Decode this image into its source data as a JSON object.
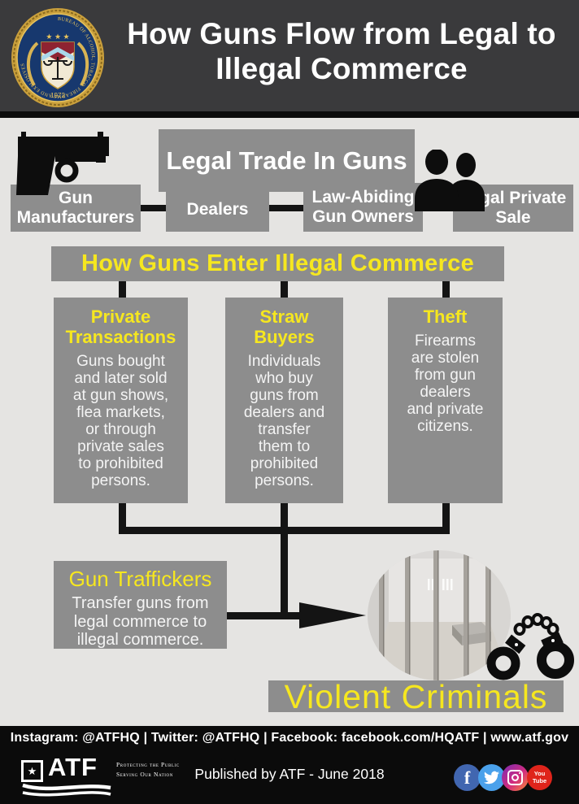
{
  "header": {
    "title_lines": [
      "How Guns Flow from Legal to",
      "Illegal Commerce"
    ],
    "seal_ring_text": "BUREAU OF ALCOHOL, TOBACCO, FIREARMS AND EXPLOSIVES",
    "seal_stars": "★ ★ ★",
    "seal_year": "1972"
  },
  "legal_trade": {
    "banner": "Legal Trade In Guns",
    "nodes": [
      {
        "lines": [
          "Gun",
          "Manufacturers"
        ]
      },
      {
        "lines": [
          "Dealers"
        ]
      },
      {
        "lines": [
          "Law-Abiding",
          "Gun Owners"
        ]
      },
      {
        "lines": [
          "Legal Private",
          "Sale"
        ]
      }
    ]
  },
  "illegal": {
    "banner": "How Guns Enter Illegal Commerce",
    "columns": [
      {
        "title_lines": [
          "Private",
          "Transactions"
        ],
        "body_lines": [
          "Guns bought",
          "and later sold",
          "at gun shows,",
          "flea markets,",
          "or through",
          "private sales",
          "to prohibited",
          "persons."
        ]
      },
      {
        "title_lines": [
          "Straw",
          "Buyers"
        ],
        "body_lines": [
          "Individuals",
          "who buy",
          "guns from",
          "dealers and",
          "transfer",
          "them to",
          "prohibited",
          "persons."
        ]
      },
      {
        "title_lines": [
          "Theft"
        ],
        "body_lines": [
          "Firearms",
          "are stolen",
          "from gun",
          "dealers",
          "and private",
          "citizens."
        ]
      }
    ]
  },
  "traffickers": {
    "title": "Gun Traffickers",
    "body_lines": [
      "Transfer guns from",
      "legal commerce to",
      "illegal commerce."
    ]
  },
  "outcome": {
    "label": "Violent Criminals"
  },
  "footer": {
    "social_line": "Instagram: @ATFHQ | Twitter: @ATFHQ | Facebook: facebook.com/HQATF | www.atf.gov",
    "published": "Published by ATF - June 2018",
    "logo_text": "ATF",
    "logo_star": "★",
    "tagline_lines": [
      "Protecting the Public",
      "Serving Our Nation"
    ],
    "facebook_glyph": "f",
    "youtube_lines": [
      "You",
      "Tube"
    ]
  },
  "colors": {
    "accent_yellow": "#f6e71f",
    "box_gray": "#8d8d8d",
    "page_bg": "#e5e4e2",
    "header_bg": "#3a3a3c",
    "facebook_blue": "#4166b0",
    "twitter_blue": "#4aa1eb",
    "youtube_red": "#df241b"
  }
}
